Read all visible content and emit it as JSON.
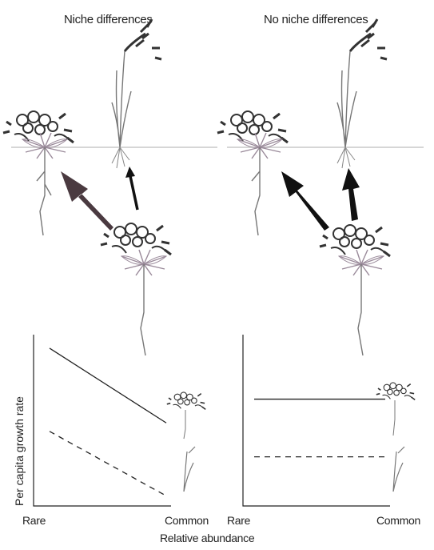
{
  "panels": [
    {
      "title": "Niche differences"
    },
    {
      "title": "No niche differences"
    }
  ],
  "axes": {
    "ylabel": "Per capita growth rate",
    "xlabel": "Relative abundance",
    "left_x_ticks": [
      "Rare",
      "Common"
    ],
    "right_x_ticks": [
      "Rare",
      "Common"
    ]
  },
  "chart_data": [
    {
      "type": "line",
      "x": [
        "Rare",
        "Common"
      ],
      "series": [
        {
          "style": "solid",
          "values": [
            0.92,
            0.48
          ]
        },
        {
          "style": "dashed",
          "values": [
            0.43,
            0.05
          ]
        }
      ]
    },
    {
      "type": "line",
      "x": [
        "Rare",
        "Common"
      ],
      "series": [
        {
          "style": "solid",
          "values": [
            0.62,
            0.62
          ]
        },
        {
          "style": "dashed",
          "values": [
            0.28,
            0.28
          ]
        }
      ]
    }
  ],
  "colors": {
    "thick_arrow": "#4a3a40",
    "black": "#111111",
    "ground": "#c8c8c8",
    "forb": "#333333"
  }
}
